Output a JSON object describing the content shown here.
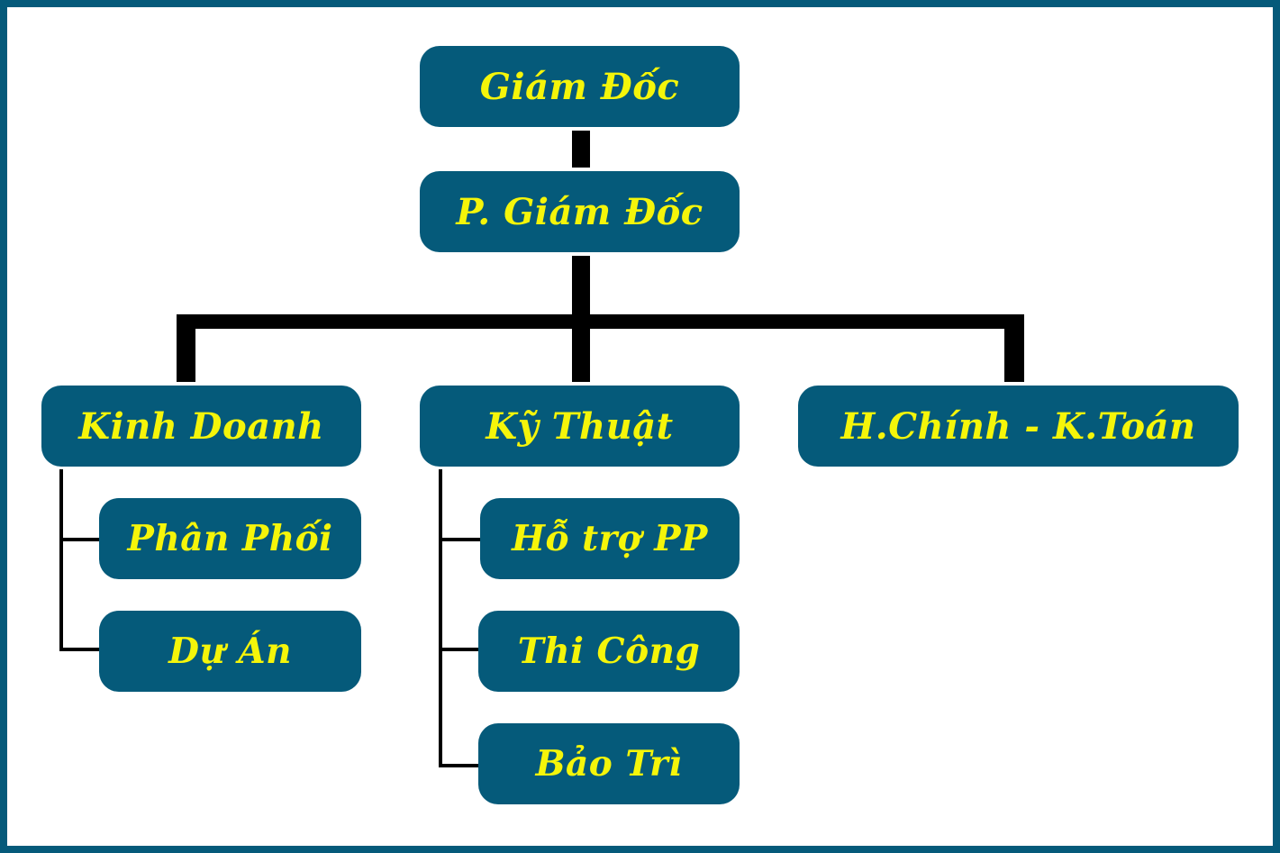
{
  "diagram": {
    "colors": {
      "box_fill": "#055a7a",
      "text": "#f5f50a",
      "connector": "#000000",
      "frame_border": "#055a7a",
      "background": "#ffffff"
    },
    "nodes": {
      "giam_doc": "Giám Đốc",
      "pho_giam_doc": "P. Giám Đốc",
      "kinh_doanh": "Kinh Doanh",
      "ky_thuat": "Kỹ Thuật",
      "hanh_chinh_ke_toan": "H.Chính - K.Toán",
      "phan_phoi": "Phân Phối",
      "du_an": "Dự Án",
      "ho_tro_pp": "Hỗ trợ PP",
      "thi_cong": "Thi Công",
      "bao_tri": "Bảo Trì"
    },
    "edges": [
      [
        "giam_doc",
        "pho_giam_doc"
      ],
      [
        "pho_giam_doc",
        "kinh_doanh"
      ],
      [
        "pho_giam_doc",
        "ky_thuat"
      ],
      [
        "pho_giam_doc",
        "hanh_chinh_ke_toan"
      ],
      [
        "kinh_doanh",
        "phan_phoi"
      ],
      [
        "kinh_doanh",
        "du_an"
      ],
      [
        "ky_thuat",
        "ho_tro_pp"
      ],
      [
        "ky_thuat",
        "thi_cong"
      ],
      [
        "ky_thuat",
        "bao_tri"
      ]
    ]
  }
}
